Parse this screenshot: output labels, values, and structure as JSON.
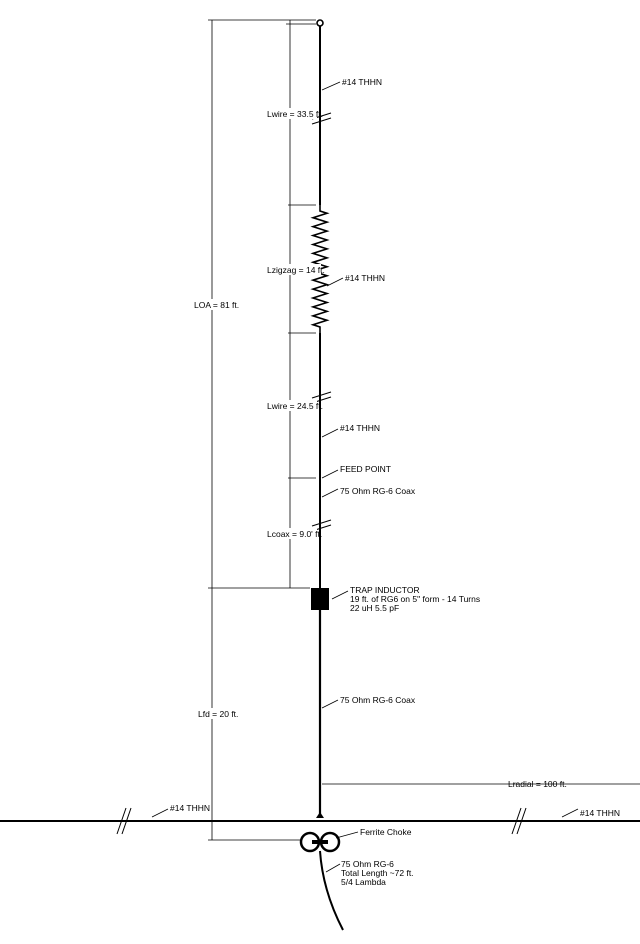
{
  "dimensions": {
    "loa": "LOA = 81 ft.",
    "lwire_top": "Lwire = 33.5 ft.",
    "lzigzag": "Lzigzag = 14 ft.",
    "lwire_mid": "Lwire = 24.5 ft.",
    "lcoax": "Lcoax = 9.0' ft.",
    "lfd": "Lfd = 20 ft.",
    "lradial": "Lradial = 100 ft."
  },
  "callouts": {
    "wire_top": "#14 THHN",
    "wire_zigzag": "#14 THHN",
    "wire_mid": "#14 THHN",
    "feed_point": "FEED POINT",
    "coax_upper": "75 Ohm RG-6 Coax",
    "trap_title": "TRAP INDUCTOR",
    "trap_detail": "19 ft. of RG6 on 5\" form - 14 Turns",
    "trap_values": "22  uH   5.5 pF",
    "coax_lower": "75 Ohm RG-6 Coax",
    "radial_left": "#14 THHN",
    "radial_right": "#14 THHN",
    "choke": "Ferrite Choke",
    "feedline_1": "75 Ohm RG-6",
    "feedline_2": "Total Length ~72 ft.",
    "feedline_3": "5/4 Lambda"
  },
  "colors": {
    "ink": "#000000",
    "background": "#ffffff"
  }
}
